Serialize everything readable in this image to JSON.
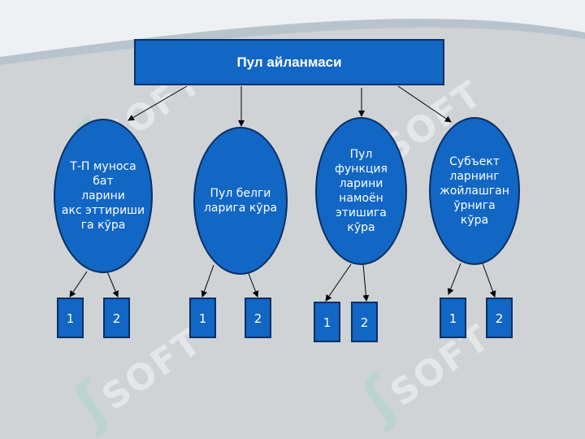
{
  "root": {
    "label": "Пул айланмаси"
  },
  "nodes": [
    {
      "label": "Т-П муноса\nбат\nларини\nакс эттириши\nга кўра"
    },
    {
      "label": "Пул белги\nларига кўра"
    },
    {
      "label": "Пул\nфункция\nларини\nнамоён\nэтишига\nкўра"
    },
    {
      "label": "Субъект\nларнинг\nжойлашган\nўрнига\nкўра"
    }
  ],
  "leaves": [
    [
      "1",
      "2"
    ],
    [
      "1",
      "2"
    ],
    [
      "1",
      "2"
    ],
    [
      "1",
      "2"
    ]
  ],
  "watermark": {
    "text": "SOFT"
  },
  "colors": {
    "node_fill": "#1266c4",
    "node_border": "#0a2f63",
    "background": "#cfd3d6"
  }
}
